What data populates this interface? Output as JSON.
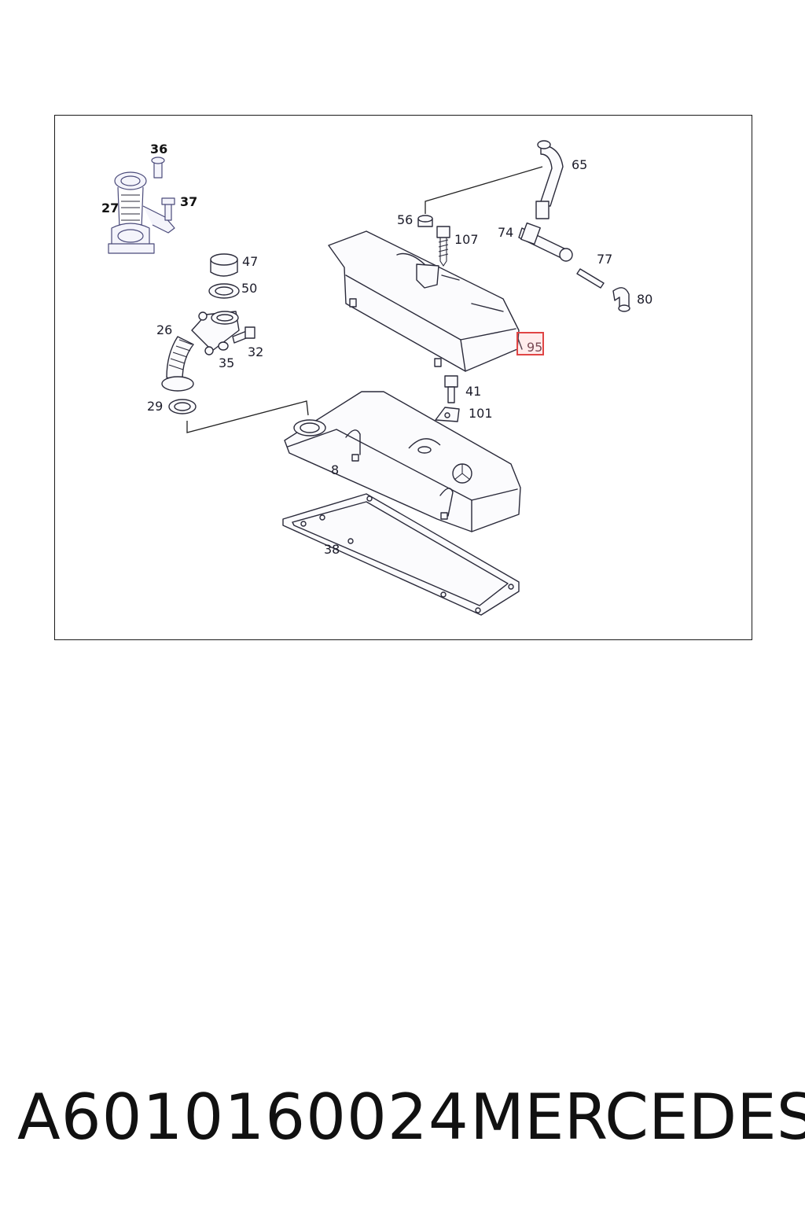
{
  "diagram": {
    "callouts": [
      {
        "id": "c36",
        "text": "36",
        "bold": true
      },
      {
        "id": "c27",
        "text": "27",
        "bold": true
      },
      {
        "id": "c37",
        "text": "37",
        "bold": true
      },
      {
        "id": "c47",
        "text": "47"
      },
      {
        "id": "c50",
        "text": "50"
      },
      {
        "id": "c26",
        "text": "26"
      },
      {
        "id": "c32",
        "text": "32"
      },
      {
        "id": "c35",
        "text": "35"
      },
      {
        "id": "c29",
        "text": "29"
      },
      {
        "id": "c56",
        "text": "56"
      },
      {
        "id": "c107",
        "text": "107"
      },
      {
        "id": "c65",
        "text": "65"
      },
      {
        "id": "c74",
        "text": "74"
      },
      {
        "id": "c77",
        "text": "77"
      },
      {
        "id": "c80",
        "text": "80"
      },
      {
        "id": "c95",
        "text": "95"
      },
      {
        "id": "c41",
        "text": "41"
      },
      {
        "id": "c101",
        "text": "101"
      },
      {
        "id": "c8",
        "text": "8"
      },
      {
        "id": "c38",
        "text": "38"
      }
    ],
    "highlighted_callout": "95",
    "highlight_color": "#e04545"
  },
  "footer": {
    "part_number": "A6010160024",
    "brand": "MERCEDES"
  }
}
